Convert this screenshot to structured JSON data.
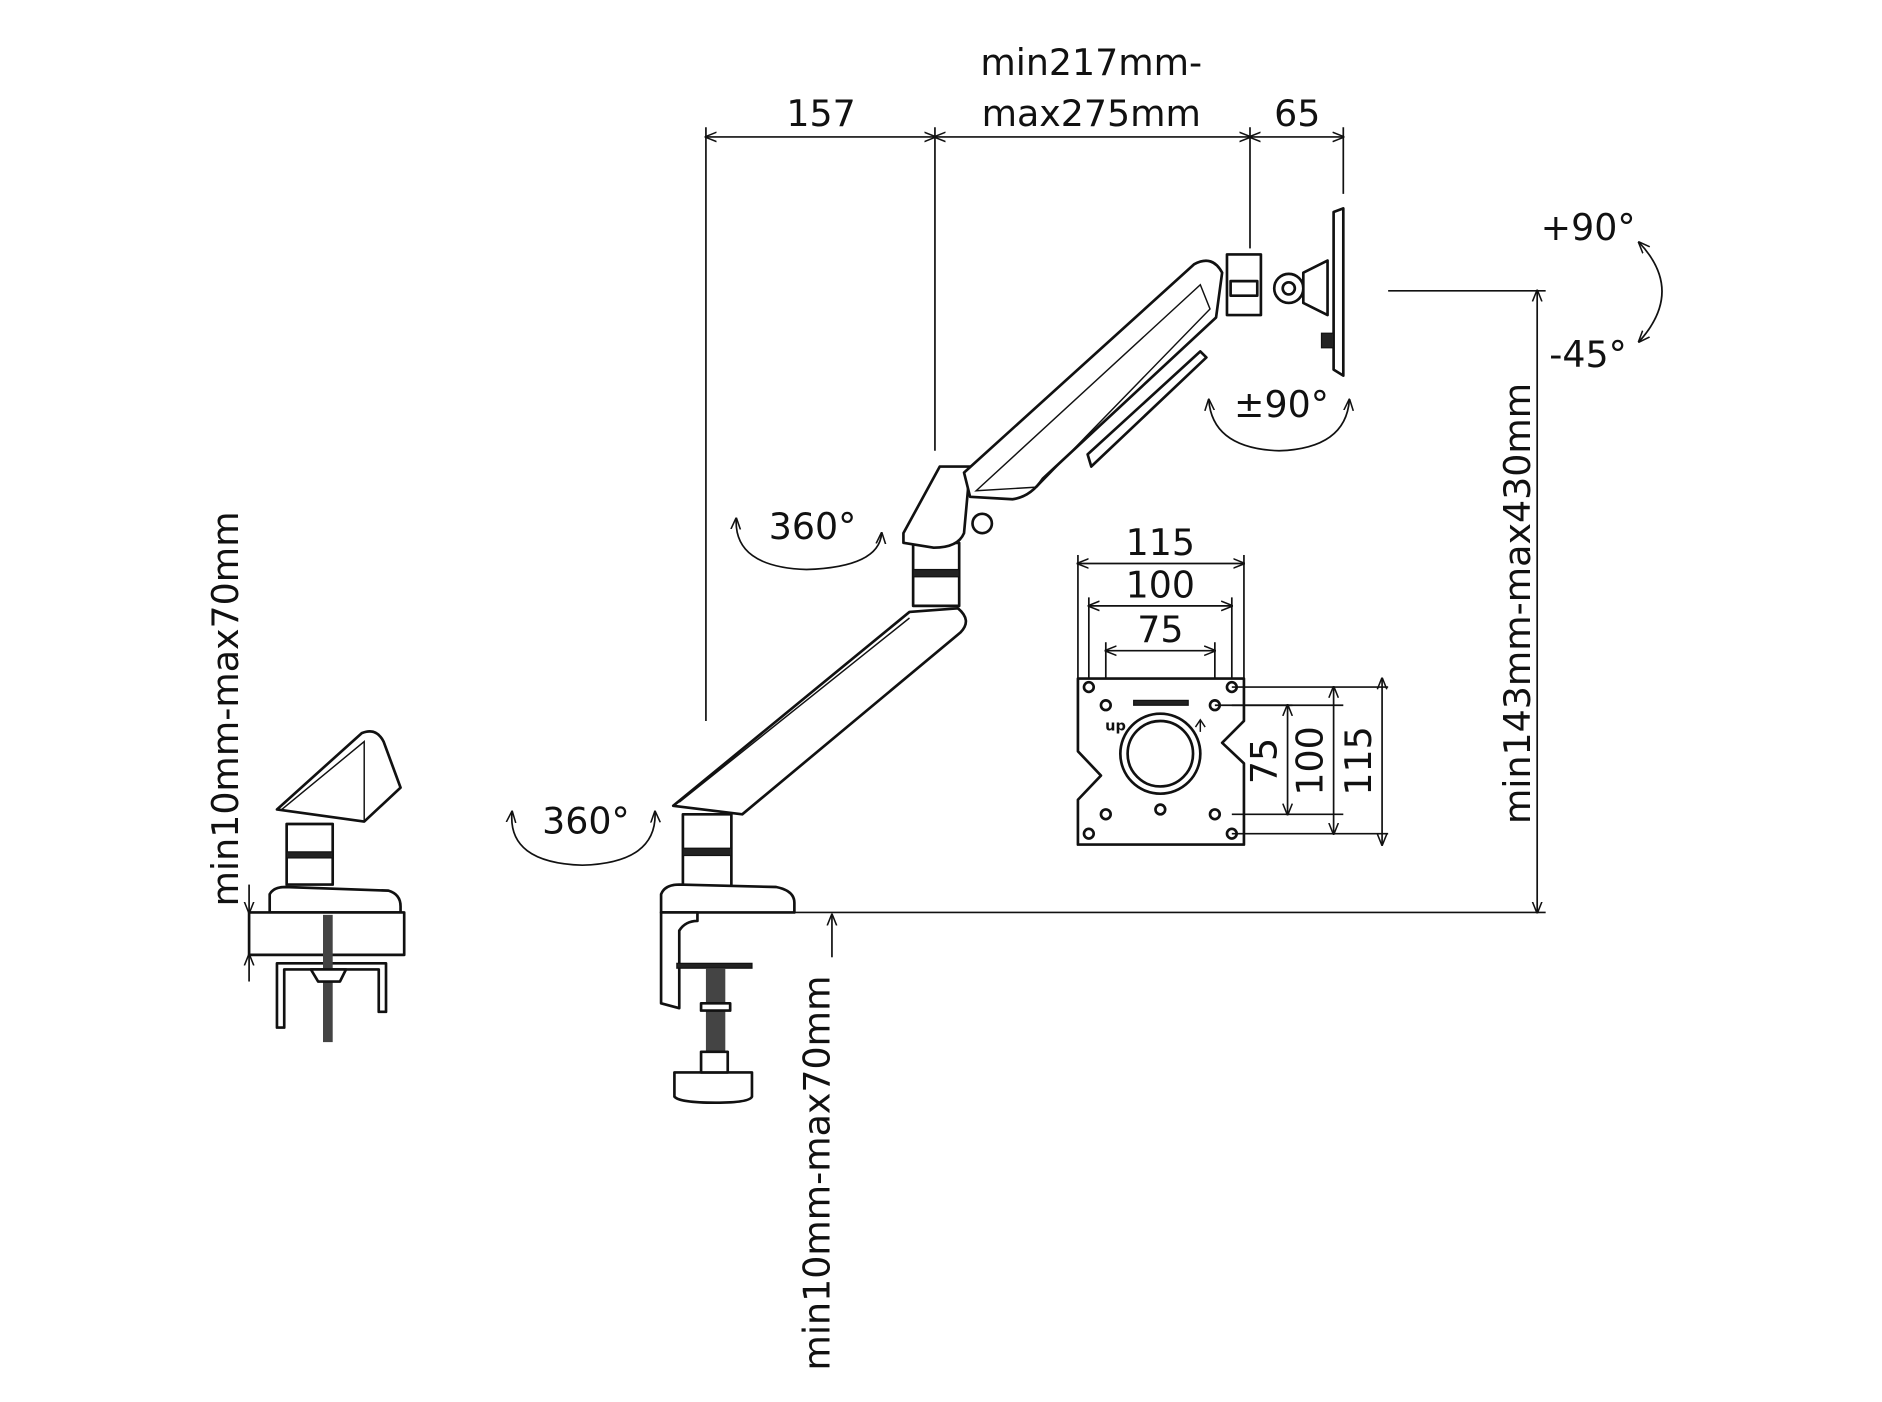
{
  "title": "Monitor arm dimension drawing",
  "dimensions": {
    "base_to_pivot": "157",
    "arm_reach_line1": "min217mm-",
    "arm_reach_line2": "max275mm",
    "head_depth": "65",
    "height_range": "min143mm-max430mm",
    "desk_thickness_main": "min10mm-max70mm",
    "desk_thickness_side": "min10mm-max70mm"
  },
  "angles": {
    "tilt_up": "+90°",
    "tilt_down": "-45°",
    "rotation": "±90°",
    "swivel_elbow": "360°",
    "swivel_base": "360°"
  },
  "vesa": {
    "horizontal": [
      "115",
      "100",
      "75"
    ],
    "vertical": [
      "75",
      "100",
      "115"
    ],
    "orientation_label": "up"
  }
}
